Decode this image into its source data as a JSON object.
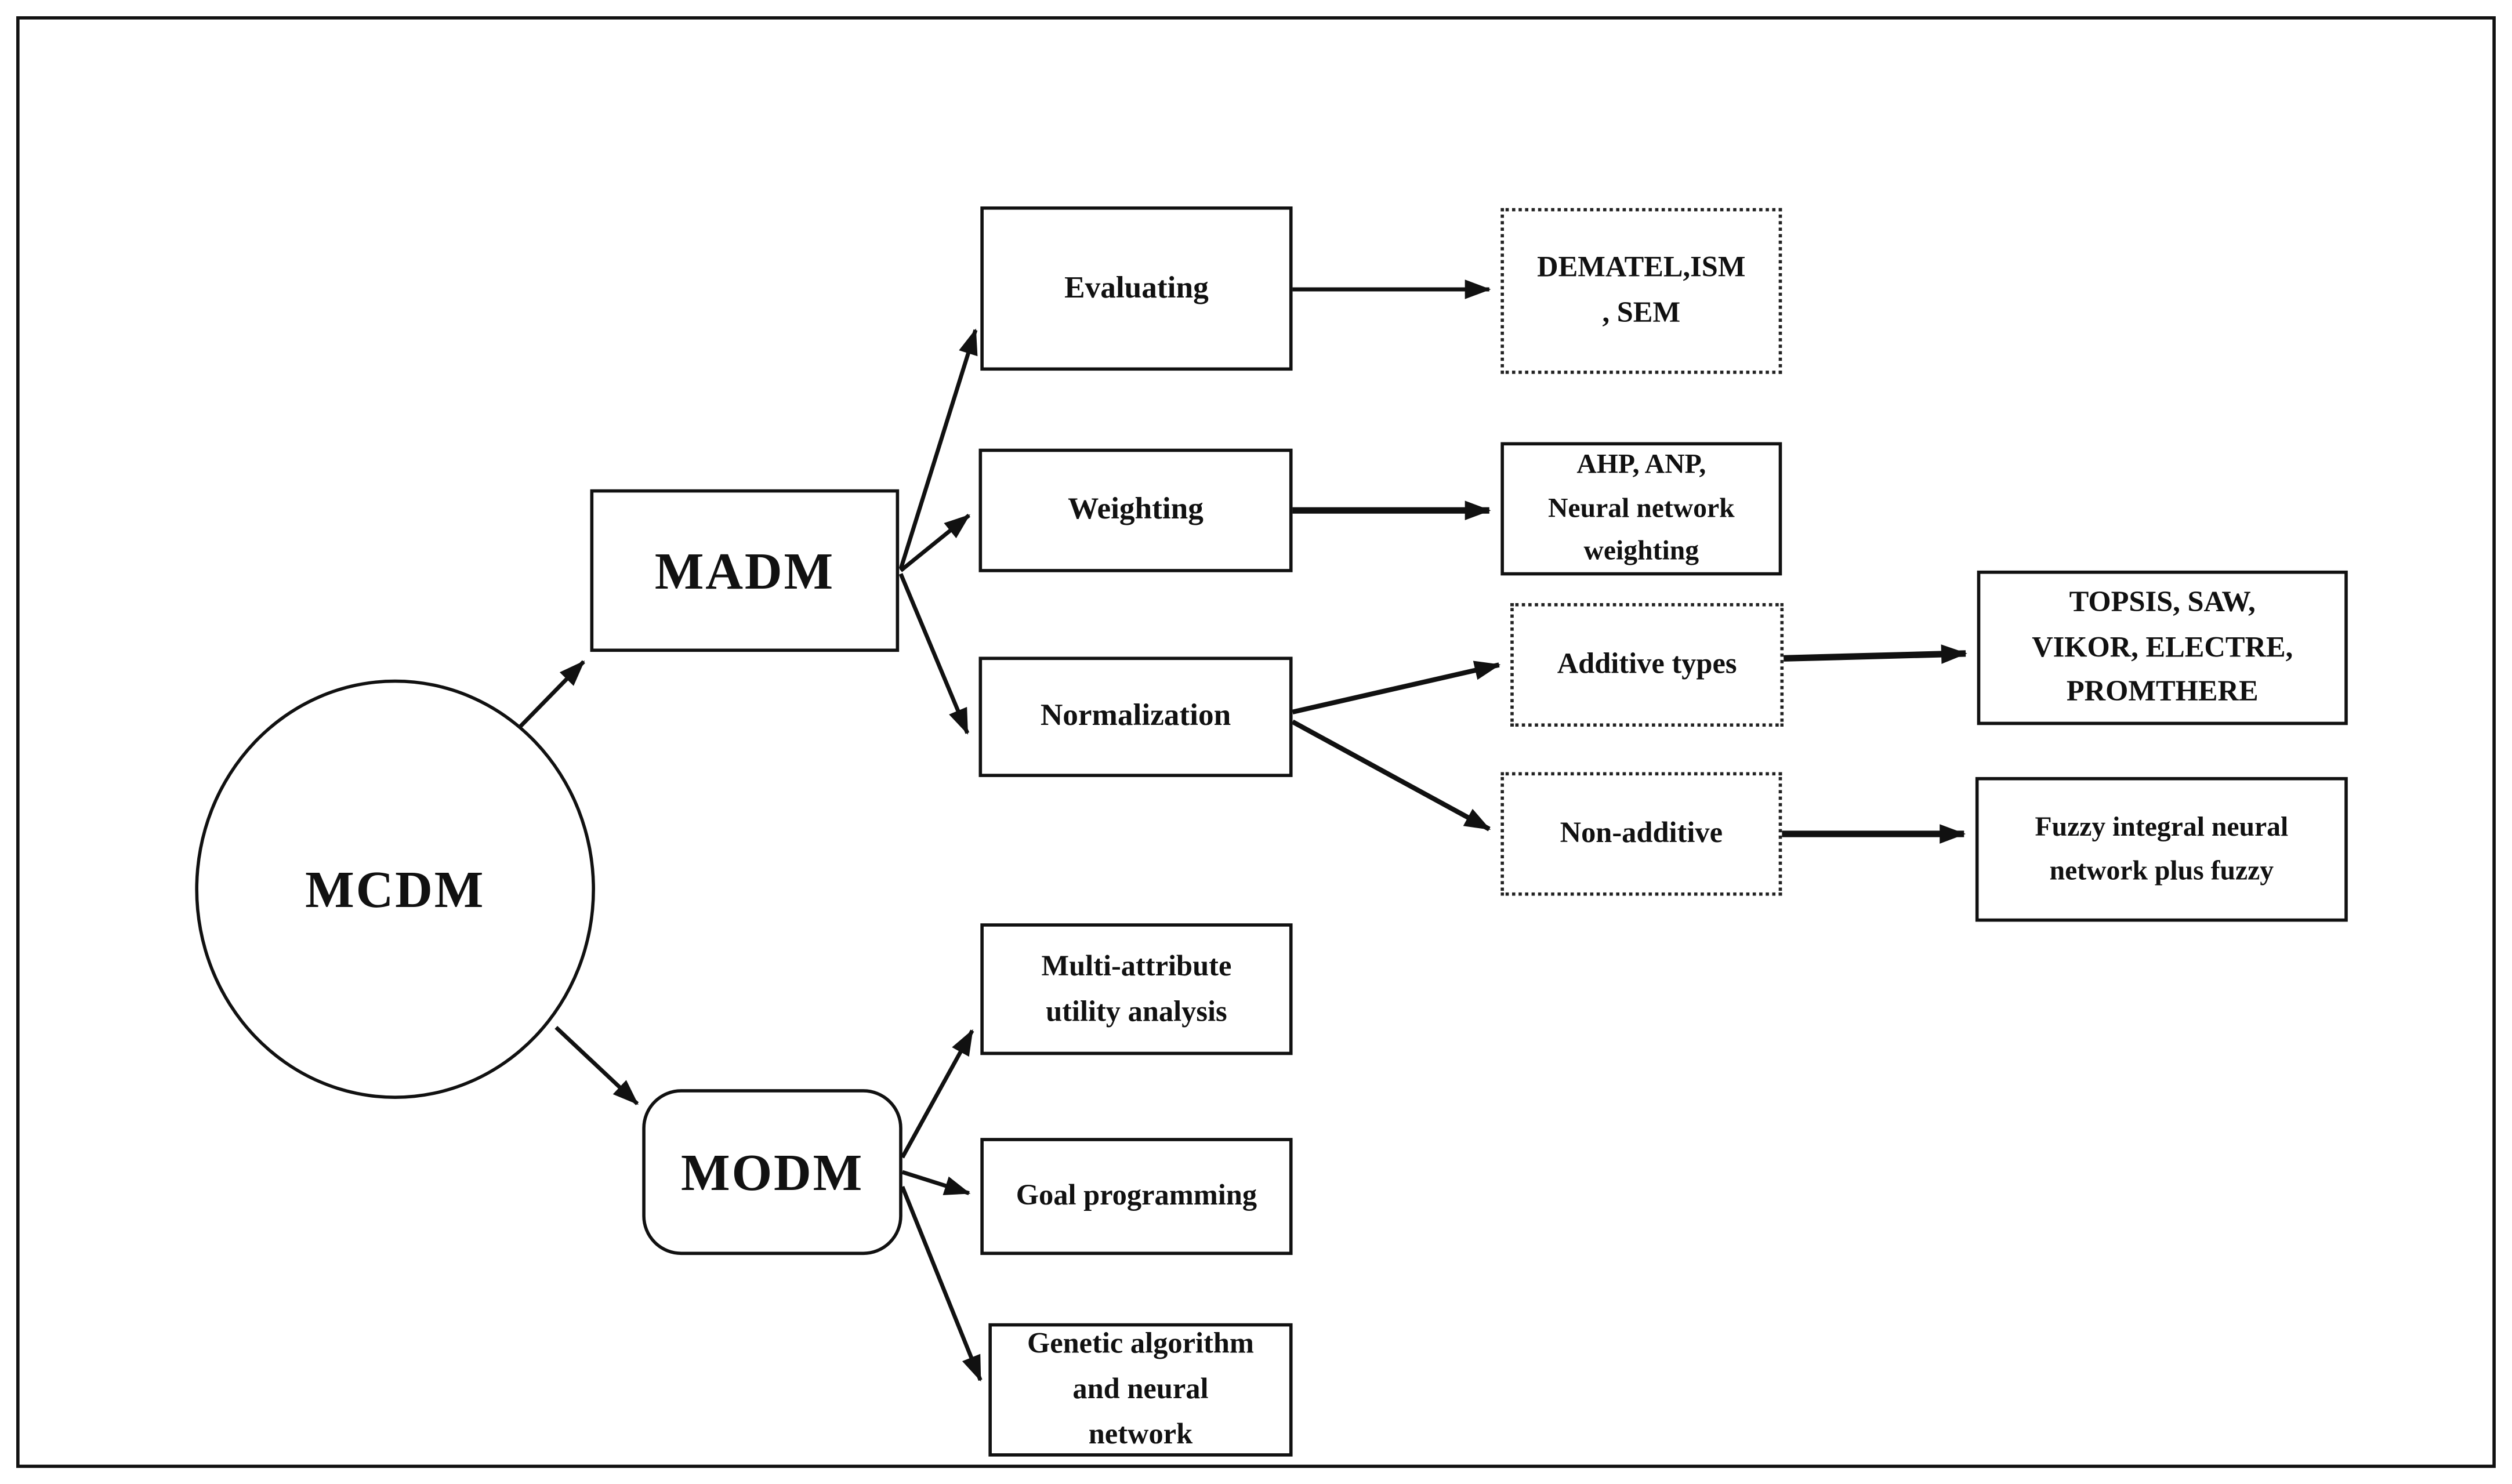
{
  "diagram": {
    "nodes": {
      "mcdm": {
        "label": "MCDM"
      },
      "madm": {
        "label": "MADM"
      },
      "modm": {
        "label": "MODM"
      },
      "evaluating": {
        "label": "Evaluating"
      },
      "weighting": {
        "label": "Weighting"
      },
      "normalization": {
        "label": "Normalization"
      },
      "dematel": {
        "label": "DEMATEL,ISM\n, SEM"
      },
      "ahp": {
        "label": "AHP, ANP,\nNeural network\nweighting"
      },
      "additive": {
        "label": "Additive types"
      },
      "nonadditive": {
        "label": "Non-additive"
      },
      "topsis": {
        "label": "TOPSIS, SAW,\nVIKOR, ELECTRE,\nPROMTHERE"
      },
      "fuzzy": {
        "label": "Fuzzy integral neural\nnetwork plus fuzzy"
      },
      "multiattr": {
        "label": "Multi-attribute\nutility analysis"
      },
      "goal": {
        "label": "Goal programming"
      },
      "genetic": {
        "label": "Genetic algorithm\nand neural\nnetwork"
      }
    },
    "edges": [
      {
        "from": "mcdm",
        "to": "madm"
      },
      {
        "from": "mcdm",
        "to": "modm"
      },
      {
        "from": "madm",
        "to": "evaluating"
      },
      {
        "from": "madm",
        "to": "weighting"
      },
      {
        "from": "madm",
        "to": "normalization"
      },
      {
        "from": "evaluating",
        "to": "dematel"
      },
      {
        "from": "weighting",
        "to": "ahp"
      },
      {
        "from": "normalization",
        "to": "additive"
      },
      {
        "from": "normalization",
        "to": "nonadditive"
      },
      {
        "from": "additive",
        "to": "topsis"
      },
      {
        "from": "nonadditive",
        "to": "fuzzy"
      },
      {
        "from": "modm",
        "to": "multiattr"
      },
      {
        "from": "modm",
        "to": "goal"
      },
      {
        "from": "modm",
        "to": "genetic"
      }
    ],
    "colors": {
      "ink": "#111111",
      "background": "#ffffff"
    }
  }
}
